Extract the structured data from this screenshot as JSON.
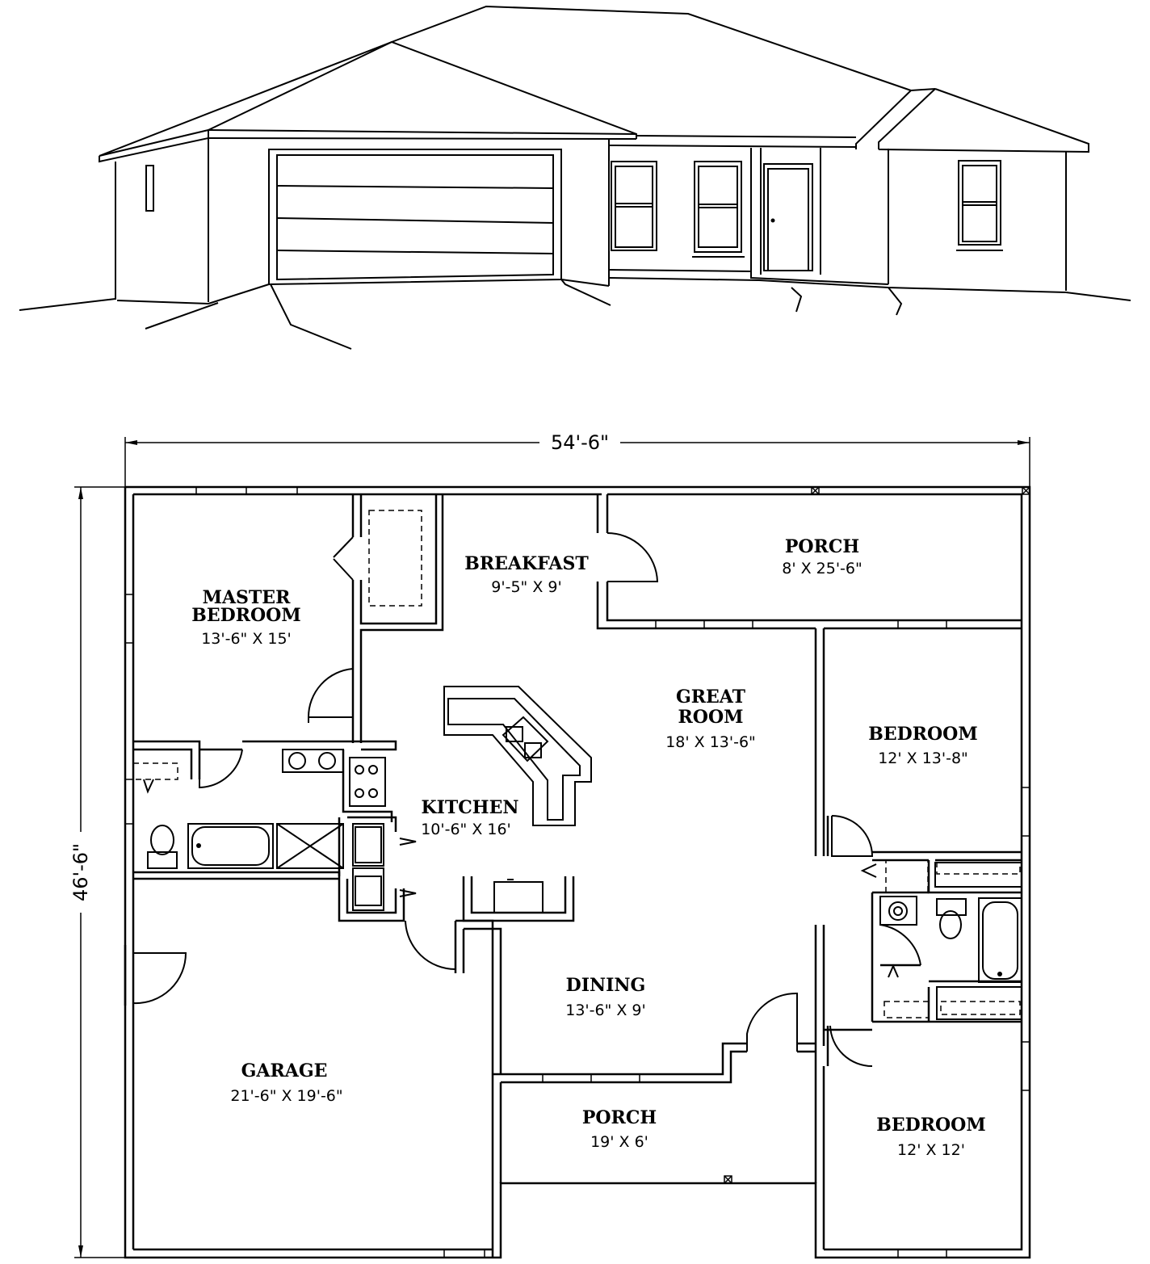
{
  "dimensions": {
    "overall_width": "54'-6\"",
    "overall_depth": "46'-6\""
  },
  "rooms": {
    "master_bedroom": {
      "name_line1": "MASTER",
      "name_line2": "BEDROOM",
      "size": "13'-6\" X 15'"
    },
    "breakfast": {
      "name": "BREAKFAST",
      "size": "9'-5\" X 9'"
    },
    "porch_rear": {
      "name": "PORCH",
      "size": "8' X 25'-6\""
    },
    "great_room": {
      "name_line1": "GREAT",
      "name_line2": "ROOM",
      "size": "18' X 13'-6\""
    },
    "bedroom_2": {
      "name": "BEDROOM",
      "size": "12' X 13'-8\""
    },
    "kitchen": {
      "name": "KITCHEN",
      "size": "10'-6\" X 16'"
    },
    "dining": {
      "name": "DINING",
      "size": "13'-6\" X 9'"
    },
    "garage": {
      "name": "GARAGE",
      "size": "21'-6\" X 19'-6\""
    },
    "porch_front": {
      "name": "PORCH",
      "size": "19' X 6'"
    },
    "bedroom_3": {
      "name": "BEDROOM",
      "size": "12' X 12'"
    }
  }
}
